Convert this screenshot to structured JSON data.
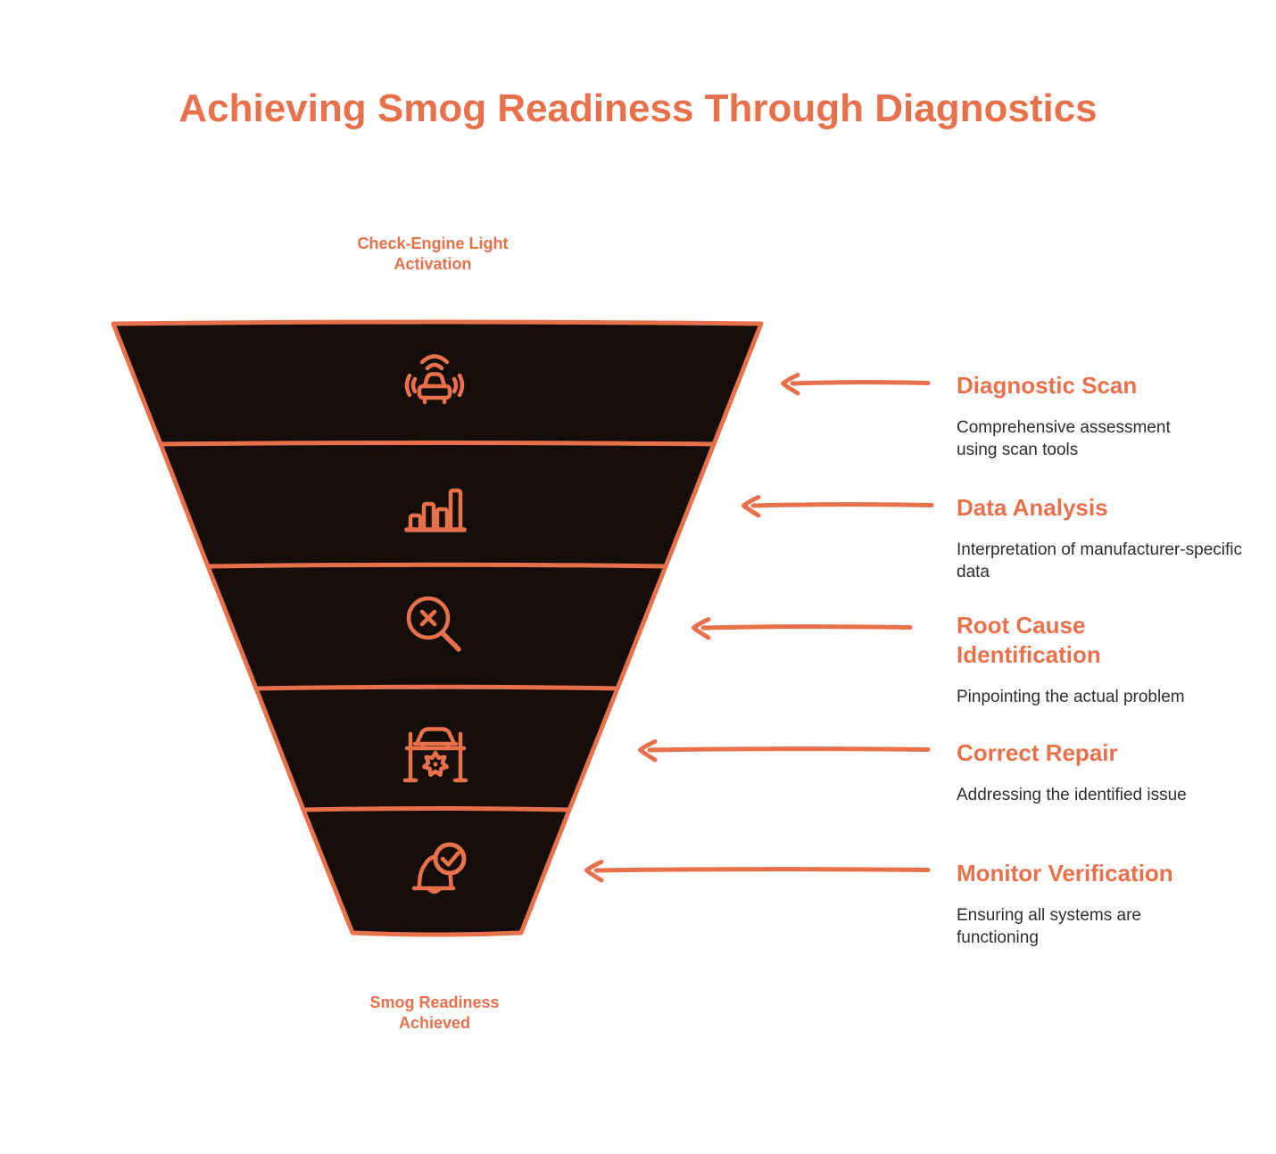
{
  "page": {
    "title": "Achieving Smog Readiness Through Diagnostics",
    "colors": {
      "accent": "#e8714c",
      "funnel_fill": "#150d0a",
      "body_text": "#2e2e2e",
      "background": "#ffffff"
    }
  },
  "funnel": {
    "entry_label": "Check-Engine Light Activation",
    "exit_label": "Smog Readiness Achieved",
    "stages": [
      {
        "icon": "connected-car-icon",
        "title": "Diagnostic Scan",
        "description": "Comprehensive assessment using scan tools"
      },
      {
        "icon": "bar-chart-icon",
        "title": "Data Analysis",
        "description": "Interpretation of manufacturer-specific data"
      },
      {
        "icon": "search-x-icon",
        "title": "Root Cause Identification",
        "description": "Pinpointing the actual problem"
      },
      {
        "icon": "car-lift-icon",
        "title": "Correct Repair",
        "description": "Addressing the identified issue"
      },
      {
        "icon": "bell-check-icon",
        "title": "Monitor Verification",
        "description": "Ensuring all systems are functioning"
      }
    ]
  }
}
